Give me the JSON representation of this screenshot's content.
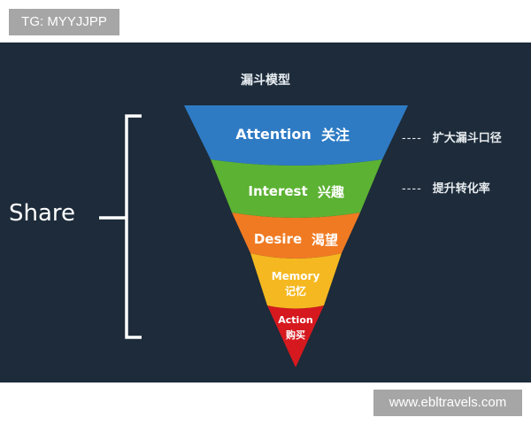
{
  "watermarks": {
    "top": "TG: MYYJJPP",
    "bottom": "www.ebltravels.com"
  },
  "diagram": {
    "title": "漏斗模型",
    "side_label": "Share",
    "stages": [
      {
        "en": "Attention",
        "zh": "关注",
        "color": "#2e7bc4"
      },
      {
        "en": "Interest",
        "zh": "兴趣",
        "color": "#5cb233"
      },
      {
        "en": "Desire",
        "zh": "渴望",
        "color": "#f07a22"
      },
      {
        "en": "Memory",
        "zh": "记忆",
        "color": "#f5b820"
      },
      {
        "en": "Action",
        "zh": "购买",
        "color": "#d6191e"
      }
    ],
    "annotations": [
      {
        "dash": "----",
        "text": "扩大漏斗口径"
      },
      {
        "dash": "----",
        "text": "提升转化率"
      }
    ],
    "colors": {
      "background": "#1d2b3a",
      "bracket": "#ffffff"
    }
  }
}
